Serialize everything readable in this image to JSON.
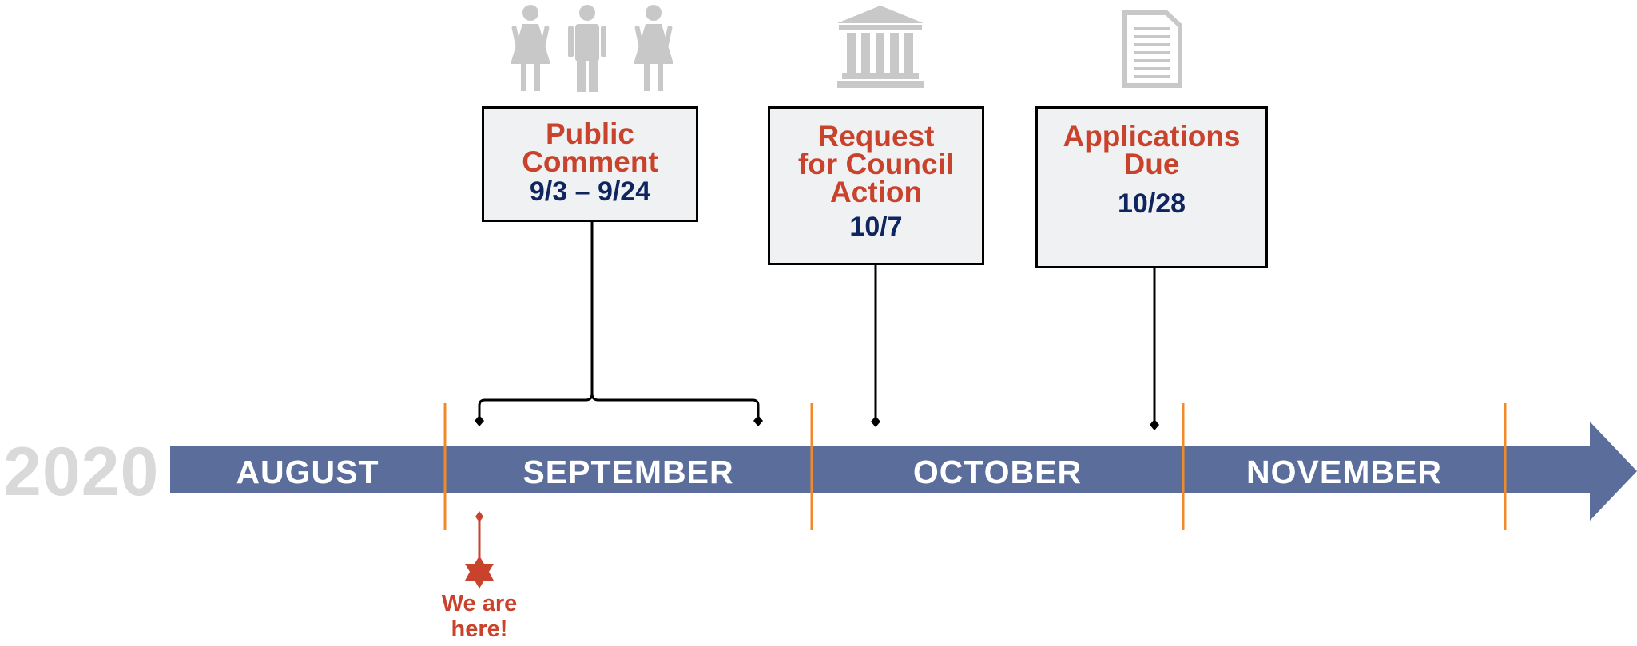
{
  "year": "2020",
  "months": [
    "AUGUST",
    "SEPTEMBER",
    "OCTOBER",
    "NOVEMBER"
  ],
  "colors": {
    "bar": "#5b6e9b",
    "accent_orange": "#f08a2a",
    "title_red": "#c9432c",
    "date_navy": "#0f2560",
    "icon_gray": "#c8c8c8",
    "box_fill": "#f0f1f3"
  },
  "milestones": [
    {
      "title": "Public Comment",
      "title_lines": [
        "Public",
        "Comment"
      ],
      "date": "9/3 – 9/24",
      "icon": "people-icon"
    },
    {
      "title": "Request for Council Action",
      "title_lines": [
        "Request",
        "for Council",
        "Action"
      ],
      "date": "10/7",
      "icon": "government-building-icon"
    },
    {
      "title": "Applications Due",
      "title_lines": [
        "Applications",
        "Due"
      ],
      "date": "10/28",
      "icon": "document-icon"
    }
  ],
  "current_marker": {
    "label_lines": [
      "We are",
      "here!"
    ],
    "icon": "star-icon"
  }
}
